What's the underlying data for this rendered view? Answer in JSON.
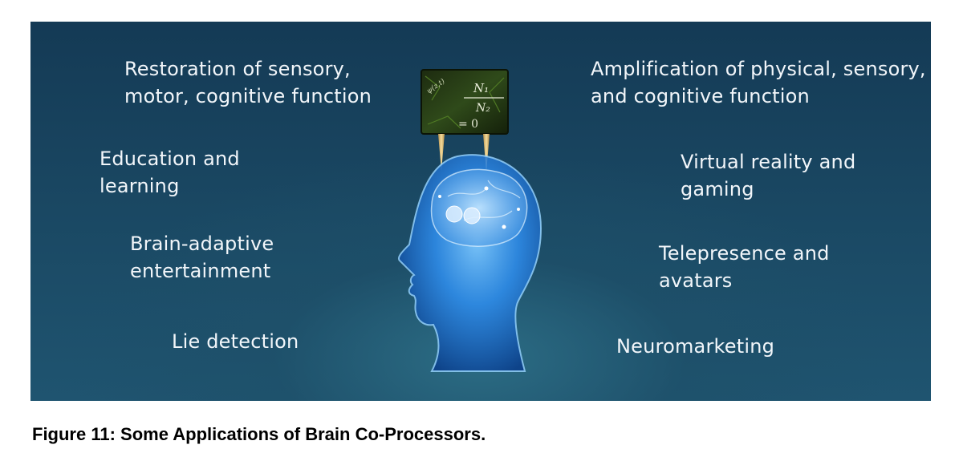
{
  "applications": {
    "left": [
      "Restoration of sensory,\nmotor, cognitive function",
      "Education and\nlearning",
      "Brain-adaptive\nentertainment",
      "Lie detection"
    ],
    "right": [
      "Amplification of physical, sensory,\nand cognitive function",
      "Virtual reality and\ngaming",
      "Telepresence and\navatars",
      "Neuromarketing"
    ]
  },
  "chip": {
    "equation_top": "N₁",
    "equation_bottom": "N₂",
    "equation_result": "= 0"
  },
  "caption": "Figure 11: Some Applications of Brain Co-Processors.",
  "colors": {
    "background_dark": "#143a55",
    "background_glow": "#2c6d85",
    "head_glow": "#5fb4ff",
    "electrode": "#e3c27a",
    "text": "#f2f6fa"
  }
}
